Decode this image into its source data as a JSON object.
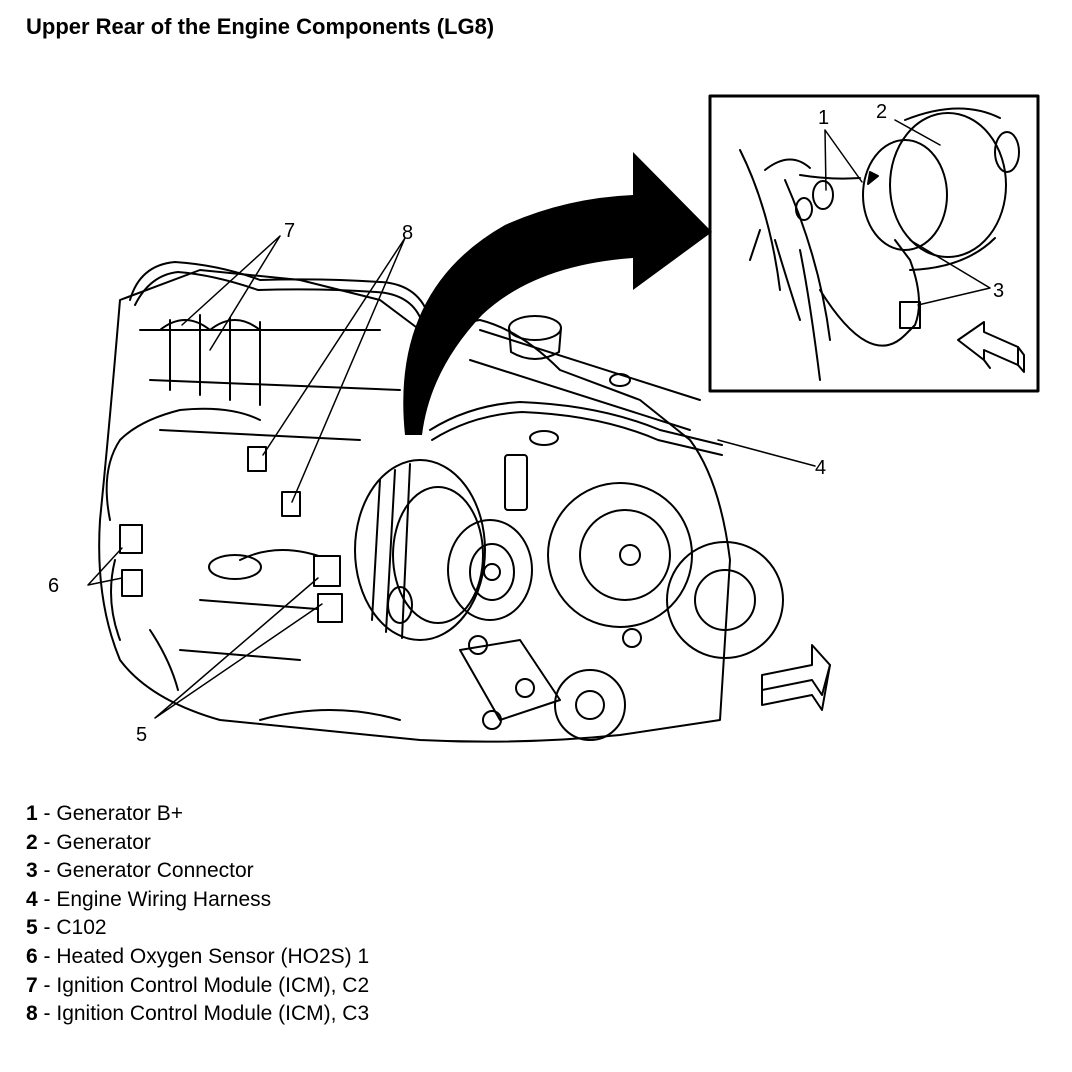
{
  "title": "Upper Rear of the Engine Components (LG8)",
  "callouts": {
    "c1": "1",
    "c2": "2",
    "c3": "3",
    "c4": "4",
    "c5": "5",
    "c6": "6",
    "c7": "7",
    "c8": "8"
  },
  "legend": [
    {
      "num": "1",
      "sep": " - ",
      "label": "Generator B+"
    },
    {
      "num": "2",
      "sep": " - ",
      "label": "Generator"
    },
    {
      "num": "3",
      "sep": " - ",
      "label": "Generator Connector"
    },
    {
      "num": "4",
      "sep": " - ",
      "label": "Engine Wiring Harness"
    },
    {
      "num": "5",
      "sep": " - ",
      "label": "C102"
    },
    {
      "num": "6",
      "sep": " - ",
      "label": "Heated Oxygen Sensor (HO2S) 1"
    },
    {
      "num": "7",
      "sep": " - ",
      "label": "Ignition Control Module (ICM), C2"
    },
    {
      "num": "8",
      "sep": " - ",
      "label": "Ignition Control Module (ICM), C3"
    }
  ]
}
